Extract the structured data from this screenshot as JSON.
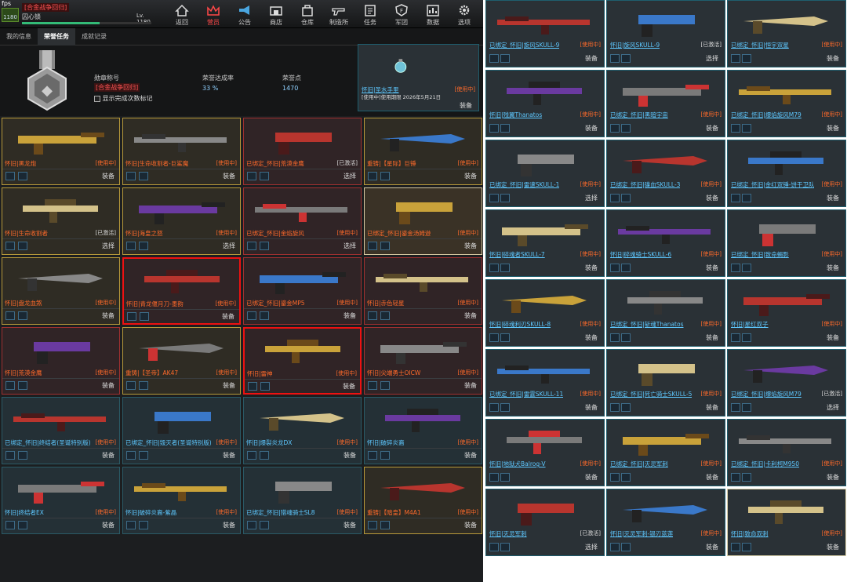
{
  "header": {
    "fps": "fps",
    "rank_code": "1180",
    "title_badge": "[合金战争回归]",
    "player_name": "囚心锁",
    "level": "Lv. 1180",
    "nav": [
      {
        "label": "返回",
        "icon": "home-icon",
        "active": false
      },
      {
        "label": "营员",
        "icon": "crown-icon",
        "active": true
      },
      {
        "label": "公告",
        "icon": "megaphone-icon",
        "active": false
      },
      {
        "label": "商店",
        "icon": "shop-icon",
        "active": false
      },
      {
        "label": "仓库",
        "icon": "warehouse-icon",
        "active": false
      },
      {
        "label": "制造所",
        "icon": "gun-icon",
        "active": false
      },
      {
        "label": "任务",
        "icon": "checklist-icon",
        "active": false
      },
      {
        "label": "军团",
        "icon": "shield-icon",
        "active": false
      },
      {
        "label": "数据",
        "icon": "chart-icon",
        "active": false
      },
      {
        "label": "选项",
        "icon": "gear-icon",
        "active": false
      }
    ]
  },
  "tabs": [
    {
      "label": "我的信息",
      "active": false
    },
    {
      "label": "荣誉任务",
      "active": true
    },
    {
      "label": "成就记录",
      "active": false
    }
  ],
  "honor": {
    "title_label": "勋章称号",
    "title_value": "[合金战争回归]",
    "checkbox_label": "显示完成次数标记",
    "rate_label": "荣誉达成率",
    "rate_value": "33 %",
    "points_label": "荣誉点",
    "points_value": "1470"
  },
  "banner_item": {
    "name": "怀旧|圣水手里",
    "status": "[使用中]",
    "period": "[使用中]使用期限 2026年5月21日",
    "action": "装备"
  },
  "left_items": [
    {
      "name": "怀旧|黑龙炮",
      "status": "[使用中]",
      "action": "装备",
      "style": "gold",
      "name_color": "#ff6a2a"
    },
    {
      "name": "怀旧|生命收割者-巨鲨魔",
      "status": "[使用中]",
      "action": "装备",
      "style": "gold",
      "name_color": "#ff6a2a"
    },
    {
      "name": "已绑定_怀旧|荒漠金鹰",
      "status": "[已激活]",
      "action": "选择",
      "style": "red",
      "name_color": "#ff6a2a"
    },
    {
      "name": "重铸|【星际】巨锤",
      "status": "[使用中]",
      "action": "装备",
      "style": "gold",
      "name_color": "#ff6a2a"
    },
    {
      "name": "怀旧|生命收割者",
      "status": "[已激活]",
      "action": "选择",
      "style": "gold",
      "name_color": "#ff6a2a"
    },
    {
      "name": "怀旧|海皇之怒",
      "status": "[使用中]",
      "action": "选择",
      "style": "gold",
      "name_color": "#ff6a2a"
    },
    {
      "name": "已绑定_怀旧|金焰旋风",
      "status": "[使用中]",
      "action": "选择",
      "style": "red",
      "name_color": "#ff6a2a"
    },
    {
      "name": "已绑定_怀旧|鎏金汤姆逊",
      "status": "[使用中]",
      "action": "装备",
      "style": "cream",
      "name_color": "#ff6a2a"
    },
    {
      "name": "怀旧|盘龙血煞",
      "status": "[使用中]",
      "action": "装备",
      "style": "gold",
      "name_color": "#ff6a2a"
    },
    {
      "name": "怀旧|青龙偃月刀-墨韵",
      "status": "[使用中]",
      "action": "装备",
      "style": "red sel",
      "name_color": "#ff6a2a"
    },
    {
      "name": "已绑定_怀旧|鎏金MP5",
      "status": "[使用中]",
      "action": "装备",
      "style": "red",
      "name_color": "#ff6a2a"
    },
    {
      "name": "怀旧|赤色轻星",
      "status": "[使用中]",
      "action": "装备",
      "style": "red",
      "name_color": "#ff6a2a"
    },
    {
      "name": "怀旧|荒漠金鹰",
      "status": "[使用中]",
      "action": "装备",
      "style": "red",
      "name_color": "#ff6a2a"
    },
    {
      "name": "重铸|【圣帝】AK47",
      "status": "[使用中]",
      "action": "装备",
      "style": "gold",
      "name_color": "#ff6a2a"
    },
    {
      "name": "怀旧|雷神",
      "status": "[使用中]",
      "action": "装备",
      "style": "red sel",
      "name_color": "#ff6a2a"
    },
    {
      "name": "怀旧|尖端勇士OICW",
      "status": "[使用中]",
      "action": "装备",
      "style": "red",
      "name_color": "#ff6a2a"
    },
    {
      "name": "已绑定_怀旧|终结者(圣诞特别版)",
      "status": "[使用中]",
      "action": "装备",
      "style": "teal",
      "name_color": "#5ec8ff"
    },
    {
      "name": "已绑定_怀旧|毁灭者(圣诞特别版)",
      "status": "[使用中]",
      "action": "装备",
      "style": "teal",
      "name_color": "#5ec8ff"
    },
    {
      "name": "怀旧|爆裂炎龙DX",
      "status": "[使用中]",
      "action": "装备",
      "style": "teal",
      "name_color": "#5ec8ff"
    },
    {
      "name": "怀旧|破碎炎裔",
      "status": "[使用中]",
      "action": "装备",
      "style": "teal",
      "name_color": "#5ec8ff"
    },
    {
      "name": "怀旧|终结者EX",
      "status": "[使用中]",
      "action": "装备",
      "style": "teal",
      "name_color": "#5ec8ff"
    },
    {
      "name": "怀旧|破碎炎裔-紫晶",
      "status": "[使用中]",
      "action": "装备",
      "style": "teal",
      "name_color": "#5ec8ff"
    },
    {
      "name": "已绑定_怀旧|猎魂骑士SL8",
      "status": "[使用中]",
      "action": "装备",
      "style": "teal",
      "name_color": "#5ec8ff"
    },
    {
      "name": "重铸|【暗皇】M4A1",
      "status": "[使用中]",
      "action": "装备",
      "style": "gold",
      "name_color": "#ff6a2a"
    }
  ],
  "right_items": [
    {
      "name": "已绑定_怀旧|旋风SKULL-9",
      "status": "[使用中]",
      "action": "装备",
      "status_white": false
    },
    {
      "name": "怀旧|旋风SKULL-9",
      "status": "[已激活]",
      "action": "选择",
      "status_white": true
    },
    {
      "name": "已绑定_怀旧|恒宇双星",
      "status": "[使用中]",
      "action": "装备",
      "status_white": false
    },
    {
      "name": "怀旧|残翼Thanatos",
      "status": "[使用中]",
      "action": "装备",
      "status_white": false
    },
    {
      "name": "已绑定_怀旧|黑暗宇宙",
      "status": "[使用中]",
      "action": "装备",
      "status_white": false
    },
    {
      "name": "已绑定_怀旧|爆焰旋风M79",
      "status": "[使用中]",
      "action": "装备",
      "status_white": false
    },
    {
      "name": "已绑定_怀旧|雷速SKULL-1",
      "status": "[使用中]",
      "action": "选择",
      "status_white": false
    },
    {
      "name": "已绑定_怀旧|碟血SKULL-3",
      "status": "[使用中]",
      "action": "装备",
      "status_white": false
    },
    {
      "name": "已绑定_怀旧|金红双锤-饼干卫队",
      "status": "[使用中]",
      "action": "装备",
      "status_white": false
    },
    {
      "name": "怀旧|碎魂者SKULL-7",
      "status": "[使用中]",
      "action": "装备",
      "status_white": false
    },
    {
      "name": "怀旧|碎魂骑士SKULL-6",
      "status": "[使用中]",
      "action": "装备",
      "status_white": false
    },
    {
      "name": "已绑定_怀旧|致命蝎影",
      "status": "[使用中]",
      "action": "装备",
      "status_white": false
    },
    {
      "name": "怀旧|碎魂利刃SKULL-8",
      "status": "[使用中]",
      "action": "装备",
      "status_white": false
    },
    {
      "name": "已绑定_怀旧|斩魂Thanatos",
      "status": "[使用中]",
      "action": "装备",
      "status_white": false
    },
    {
      "name": "怀旧|星红双子",
      "status": "[使用中]",
      "action": "装备",
      "status_white": false
    },
    {
      "name": "已绑定_怀旧|雷霆SKULL-11",
      "status": "[使用中]",
      "action": "装备",
      "status_white": false
    },
    {
      "name": "已绑定_怀旧|死亡骑士SKULL-5",
      "status": "[使用中]",
      "action": "装备",
      "status_white": false
    },
    {
      "name": "已绑定_怀旧|爆焰旋风M79",
      "status": "[已激活]",
      "action": "选择",
      "status_white": true
    },
    {
      "name": "怀旧|地狱犬Balrog-V",
      "status": "[使用中]",
      "action": "装备",
      "status_white": false
    },
    {
      "name": "已绑定_怀旧|灭灵军刺",
      "status": "[使用中]",
      "action": "装备",
      "status_white": false
    },
    {
      "name": "已绑定_怀旧|卡利柯M950",
      "status": "[使用中]",
      "action": "装备",
      "status_white": false
    },
    {
      "name": "怀旧|灭灵军刺",
      "status": "[已激活]",
      "action": "选择",
      "status_white": true
    },
    {
      "name": "怀旧|灭灵军刺-银刃蓝莲",
      "status": "[使用中]",
      "action": "装备",
      "status_white": false
    },
    {
      "name": "怀旧|致命双刺",
      "status": "[使用中]",
      "action": "装备",
      "status_white": false
    }
  ]
}
